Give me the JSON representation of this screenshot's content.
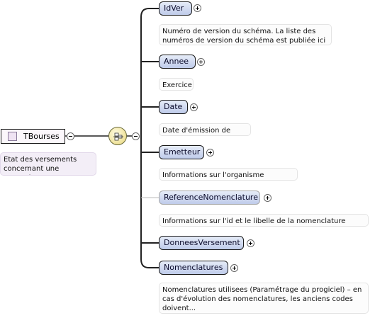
{
  "root": {
    "name": "TBourses",
    "doc": "Etat des versements concernant une prestation",
    "icon": "complex-type-square-icon"
  },
  "compositor": {
    "type": "sequence",
    "icon": "sequence-compositor-icon"
  },
  "children": [
    {
      "name": "IdVer",
      "doc": "Numéro de version du schéma. La liste des numéros de version du schéma est publiée ici :...",
      "optional": false
    },
    {
      "name": "Annee",
      "doc": "Exercice",
      "optional": false
    },
    {
      "name": "Date",
      "doc": "Date d'émission de l'état",
      "optional": false
    },
    {
      "name": "Emetteur",
      "doc": "Informations sur l'organisme emetteur",
      "optional": false
    },
    {
      "name": "ReferenceNomenclature",
      "doc": "Informations sur l'id et le libelle de la nomenclature utilisée",
      "optional": true
    },
    {
      "name": "DonneesVersement",
      "doc": "",
      "optional": false
    },
    {
      "name": "Nomenclatures",
      "doc": "Nomenclatures utilisees (Paramétrage du progiciel) – en cas d'évolution des nomenclatures, les anciens codes doivent...",
      "optional": false
    }
  ],
  "colors": {
    "element_fill": "#bfcbea",
    "root_fill": "#fbf7fb",
    "doc_border": "#e4e4e4",
    "line": "#222222",
    "optional_line": "#b8b8b8"
  }
}
